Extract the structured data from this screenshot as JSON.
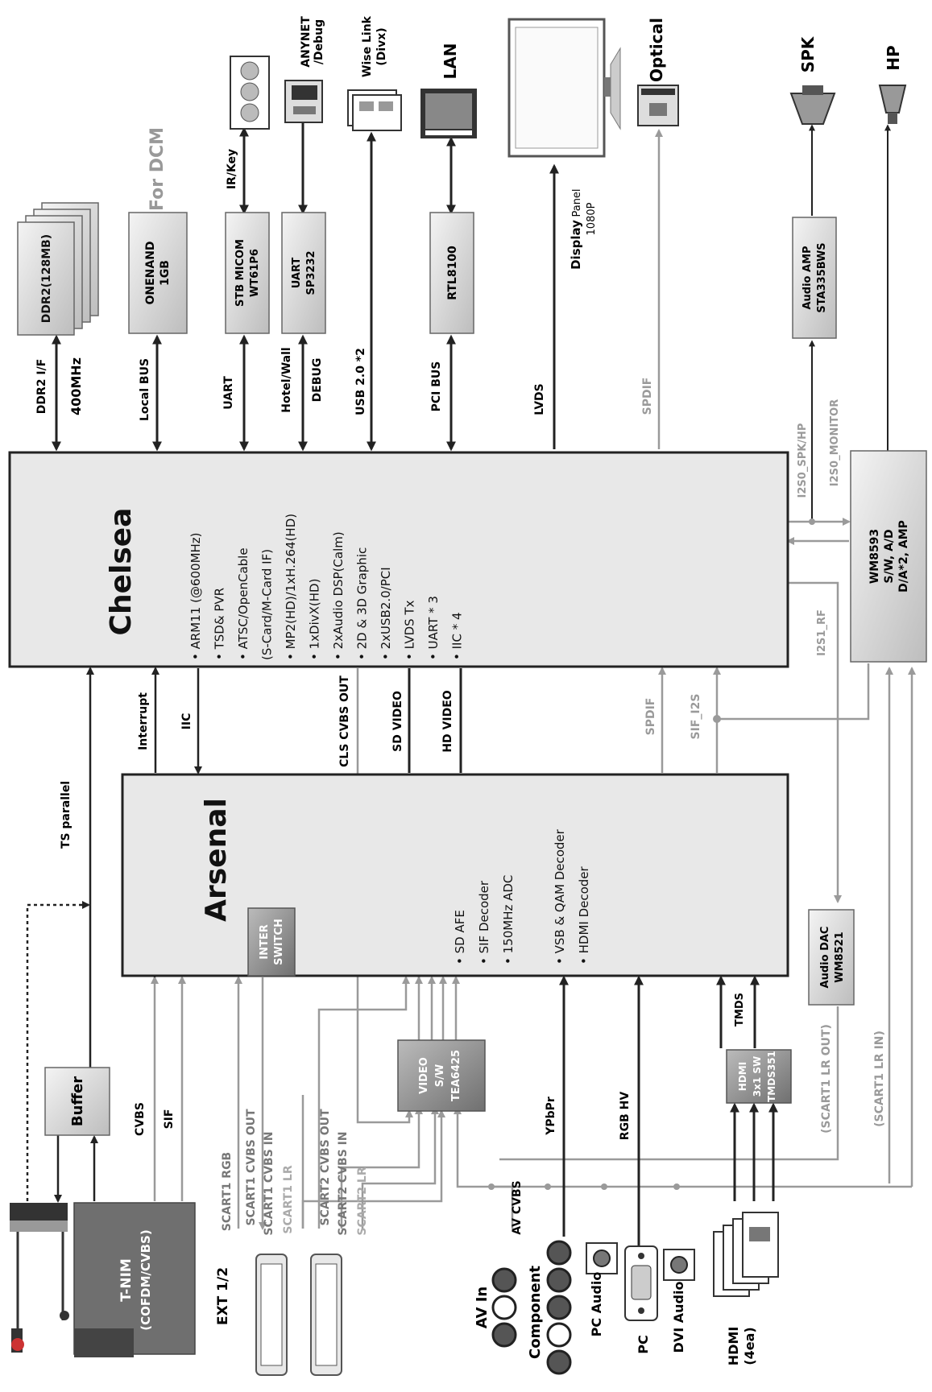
{
  "chips": {
    "chelsea": {
      "name": "Chelsea",
      "features": [
        "ARM11 (@600MHz)",
        "TSD& PVR",
        "ATSC/OpenCable",
        "(S-Card/M-Card IF)",
        "MP2(HD)/1xH.264(HD)",
        "1xDivX(HD)",
        "2xAudio DSP(Calm)",
        "2D & 3D Graphic",
        "2xUSB2.0/PCI",
        "LVDS Tx",
        "UART * 3",
        "IIC * 4"
      ]
    },
    "arsenal": {
      "name": "Arsenal",
      "features_a": [
        "SD AFE",
        "SIF Decoder",
        "150MHz ADC"
      ],
      "features_b": [
        "VSB & QAM Decoder",
        "HDMI Decoder"
      ]
    }
  },
  "blocks": {
    "ddr2": "DDR2(128MB)",
    "onenand_1": "ONENAND",
    "onenand_2": "1GB",
    "for_dcm": "For DCM",
    "stb_micom_1": "STB MICOM",
    "stb_micom_2": "WT61P6",
    "uart_1": "UART",
    "uart_2": "SP3232",
    "rtl8100": "RTL8100",
    "audio_amp_1": "Audio AMP",
    "audio_amp_2": "STA335BWS",
    "wm8593_1": "WM8593",
    "wm8593_2": "S/W, A/D",
    "wm8593_3": "D/A*2, AMP",
    "audio_dac_1": "Audio DAC",
    "audio_dac_2": "WM8521",
    "inter_switch_1": "INTER",
    "inter_switch_2": "SWITCH",
    "video_sw_1": "VIDEO",
    "video_sw_2": "S/W",
    "video_sw_3": "TEA6425",
    "buffer": "Buffer",
    "tnim_1": "T-NIM",
    "tnim_2": "(COFDM/CVBS)",
    "hdmi_sw_1": "HDMI",
    "hdmi_sw_2": "3x1 SW",
    "hdmi_sw_3": "TMDS351"
  },
  "peripherals": {
    "ir_key": "IR/Key",
    "anynet_1": "ANYNET",
    "anynet_2": "/Debug",
    "wiselink_1": "Wise Link",
    "wiselink_2": "(Divx)",
    "lan": "LAN",
    "display_panel_1": "Display",
    "display_panel_2": "Panel",
    "display_panel_3": "1080P",
    "optical": "Optical",
    "spk": "SPK",
    "hp": "HP",
    "ext": "EXT 1/2",
    "av_in": "AV In",
    "component": "Component",
    "pc_audio": "PC Audio",
    "pc": "PC",
    "dvi_audio": "DVI Audio",
    "hdmi_1": "HDMI",
    "hdmi_2": "(4ea)"
  },
  "signals": {
    "ddr2_if": "DDR2 I/F",
    "mhz400": "400MHz",
    "local_bus": "Local BUS",
    "uart": "UART",
    "hotel_wall": "Hotel/Wall",
    "debug": "DEBUG",
    "usb": "USB 2.0 *2",
    "pci_bus": "PCI BUS",
    "lvds": "LVDS",
    "spdif_top": "SPDIF",
    "i2s0_spk_hp": "I2S0_SPK/HP",
    "i2s0_monitor": "I2S0_MONITOR",
    "i2s1_rf": "I2S1_RF",
    "interrupt": "Interrupt",
    "iic": "IIC",
    "cls_cvbs_out": "CLS CVBS OUT",
    "sd_video": "SD VIDEO",
    "hd_video": "HD VIDEO",
    "spdif_mid": "SPDIF",
    "sif_i2s": "SIF_I2S",
    "ts_parallel": "TS parallel",
    "cvbs": "CVBS",
    "sif": "SIF",
    "scart1_rgb": "SCART1 RGB",
    "scart1_cvbs_out": "SCART1 CVBS OUT",
    "scart1_cvbs_in": "SCART1 CVBS IN",
    "scart1_lr": "SCART1 LR",
    "scart2_cvbs_out": "SCART2 CVBS OUT",
    "scart2_cvbs_in": "SCART2 CVBS IN",
    "scart2_lr": "SCART2 LR",
    "av_cvbs": "AV CVBS",
    "ypbpr": "YPbPr",
    "rgb_hv": "RGB HV",
    "tmds": "TMDS",
    "scart1_lr_out": "(SCART1 LR OUT)",
    "scart1_lr_in": "(SCART1 LR IN)"
  }
}
